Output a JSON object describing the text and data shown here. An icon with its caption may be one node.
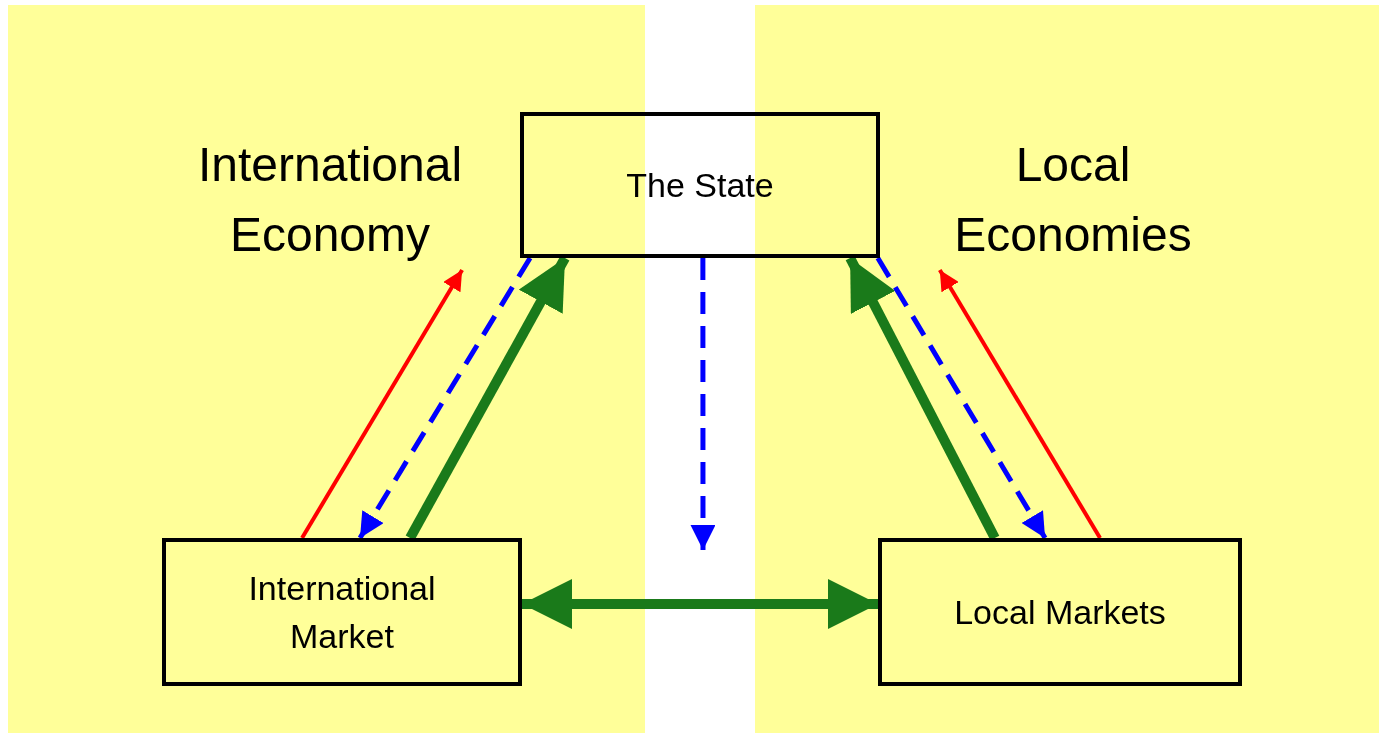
{
  "diagram": {
    "nodes": [
      {
        "text": [
          "International Economy"
        ]
      },
      {
        "text": [
          "Local Economies"
        ]
      },
      {
        "text": [
          "The State"
        ]
      },
      {
        "text": [
          "International Market"
        ]
      },
      {
        "text": [
          "Local Markets"
        ]
      }
    ],
    "edges": [
      {
        "from": 3,
        "to": 0,
        "arrow": "to",
        "color": "#ff0000"
      },
      {
        "from": 2,
        "to": 3,
        "arrow": "to",
        "style": "dashed",
        "color": "#0000ff"
      },
      {
        "from": 3,
        "to": 2,
        "arrow": "to",
        "style": "thick",
        "color": "#1a7a1a"
      },
      {
        "from": 2,
        "to": null,
        "arrow": "to",
        "style": "dashed",
        "color": "#0000ff"
      },
      {
        "from": 4,
        "to": 2,
        "arrow": "to",
        "style": "thick",
        "color": "#1a7a1a"
      },
      {
        "from": 2,
        "to": 4,
        "arrow": "to",
        "style": "dashed",
        "color": "#0000ff"
      },
      {
        "from": 4,
        "to": 1,
        "arrow": "to",
        "color": "#ff0000"
      },
      {
        "from": 3,
        "to": 4,
        "arrow": "both",
        "style": "thick",
        "color": "#1a7a1a"
      }
    ]
  }
}
